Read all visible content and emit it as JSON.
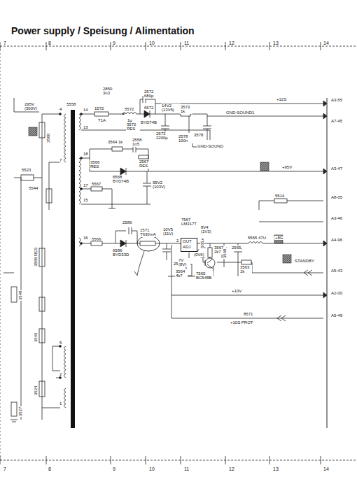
{
  "diagram": {
    "title": "Power supply / Speisung / Alimentation",
    "nodes": [
      {
        "text": [
          "OUT ADJ"
        ]
      }
    ],
    "labels": [
      "7",
      "8",
      "9",
      "10",
      "11",
      "12",
      "13",
      "14",
      "295V (300V)",
      "4",
      "5558",
      "2850 3n3",
      "14",
      "1572",
      "T1A",
      "5572",
      "1µ",
      "3572 RES",
      "6572",
      "2572 680p",
      "14V2 (13V5)",
      "3573 1k",
      "BYD74B",
      "2573 2200µ",
      "2578 100n",
      "3578",
      "GND-SOUND",
      "GND-SOUND1",
      "+12S",
      "A3-55",
      "A7-45",
      "13",
      "18",
      "3564 1k",
      "2558 1n5",
      "3566 RES",
      "2567 RES",
      "6568 BYD74B",
      "17",
      "5567",
      "95V2 (103V)",
      "15",
      "+95V",
      "A3-47",
      "5514",
      "A8-05",
      "A3-46",
      "16",
      "5566",
      "2586",
      "6586 BYD33D",
      "1571 T630mA",
      "10V5 (11V)",
      "2",
      "2571",
      "7567 LM317T",
      "5",
      "8V4 (1V3)",
      "3565",
      "3567 2k7",
      "7V (8V)",
      "0V (0V6)",
      "7565 BC548B",
      "3564 4k7",
      "3568",
      "2565",
      "5565 47U",
      "+8G",
      "A4-96",
      "3563 1k",
      "STANDBY",
      "A5-43",
      "+10V",
      "A2-00",
      "8571",
      "+10S PROT",
      "A5-49",
      "7",
      "5",
      "2",
      "1",
      "7",
      "8",
      "9",
      "10",
      "11",
      "12",
      "13",
      "14",
      "3580",
      "5523",
      "5544",
      "3588 RES",
      "3548",
      "3546",
      "3524",
      "3527"
    ]
  }
}
